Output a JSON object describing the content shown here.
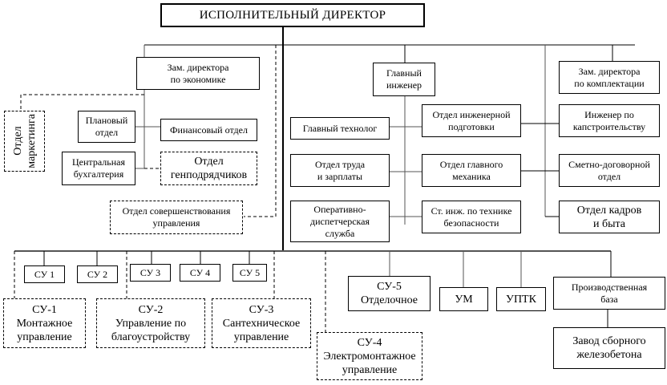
{
  "title": "ИСПОЛНИТЕЛЬНЫЙ ДИРЕКТОР",
  "economics": {
    "deputy": "Зам. директора\nпо экономике",
    "marketing": "Отдел\nмаркетинга",
    "planning": "Плановый\nотдел",
    "finance": "Финансовый отдел",
    "accounting": "Центральная\nбухгалтерия",
    "general_contractors": "Отдел\nгенподрядчиков",
    "management_improvement": "Отдел совершенствования\nуправления"
  },
  "engineering": {
    "chief_engineer": "Главный\nинженер",
    "chief_technologist": "Главный технолог",
    "engineering_prep": "Отдел инженерной\nподготовки",
    "labor_wages": "Отдел труда\nи зарплаты",
    "chief_mechanic": "Отдел главного\nмеханика",
    "dispatch": "Оперативно-\nдиспетчерская\nслужба",
    "safety": "Ст. инж. по технике\nбезопасности"
  },
  "procurement": {
    "deputy": "Зам. директора\nпо комплектации",
    "capital_construction": "Инженер по\nкапстроительству",
    "estimates_contracts": "Сметно-договорной\nотдел",
    "hr": "Отдел кадров\nи быта"
  },
  "units": {
    "su_small": [
      "СУ 1",
      "СУ 2",
      "СУ 3",
      "СУ 4",
      "СУ 5"
    ],
    "su1": "СУ-1\nМонтажное\nуправление",
    "su2": "СУ-2\nУправление по\nблагоустройству",
    "su3": "СУ-3\nСантехническое\nуправление",
    "su4": "СУ-4\nЭлектромонтажное\nуправление",
    "su5": "СУ-5\nОтделочное",
    "um": "УМ",
    "uptk": "УПТК",
    "production_base": "Производственная\nбаза",
    "concrete_plant": "Завод сборного\nжелезобетона"
  }
}
